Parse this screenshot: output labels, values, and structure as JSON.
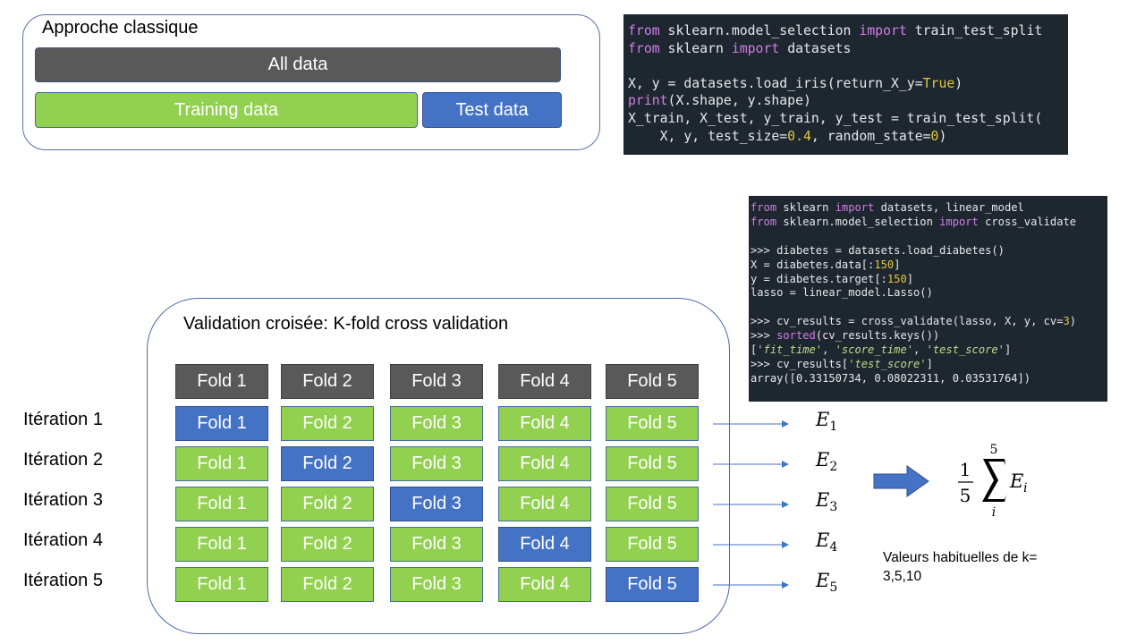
{
  "classic": {
    "title": "Approche classique",
    "all_data": "All data",
    "training_data": "Training data",
    "test_data": "Test data"
  },
  "code1": {
    "lines": [
      [
        {
          "t": "from",
          "c": "kw"
        },
        {
          "t": " sklearn.model_selection "
        },
        {
          "t": "import",
          "c": "kw"
        },
        {
          "t": " train_test_split"
        }
      ],
      [
        {
          "t": "from",
          "c": "kw"
        },
        {
          "t": " sklearn "
        },
        {
          "t": "import",
          "c": "kw"
        },
        {
          "t": " datasets"
        }
      ],
      [],
      [
        {
          "t": "X, y = datasets.load_iris(return_X_y="
        },
        {
          "t": "True",
          "c": "num"
        },
        {
          "t": ")"
        }
      ],
      [
        {
          "t": "print",
          "c": "kw"
        },
        {
          "t": "(X.shape, y.shape)"
        }
      ],
      [
        {
          "t": "X_train, X_test, y_train, y_test = train_test_split("
        }
      ],
      [
        {
          "t": "    X, y, test_size="
        },
        {
          "t": "0.4",
          "c": "num"
        },
        {
          "t": ", random_state="
        },
        {
          "t": "0",
          "c": "num"
        },
        {
          "t": ")"
        }
      ]
    ]
  },
  "code2": {
    "lines": [
      [
        {
          "t": "from",
          "c": "kw"
        },
        {
          "t": " sklearn "
        },
        {
          "t": "import",
          "c": "kw"
        },
        {
          "t": " datasets, linear_model"
        }
      ],
      [
        {
          "t": "from",
          "c": "kw"
        },
        {
          "t": " sklearn.model_selection "
        },
        {
          "t": "import",
          "c": "kw"
        },
        {
          "t": " cross_validate"
        }
      ],
      [],
      [
        {
          "t": ">>> diabetes = datasets.load_diabetes()"
        }
      ],
      [
        {
          "t": "X = diabetes.data[:"
        },
        {
          "t": "150",
          "c": "num"
        },
        {
          "t": "]"
        }
      ],
      [
        {
          "t": "y = diabetes.target[:"
        },
        {
          "t": "150",
          "c": "num"
        },
        {
          "t": "]"
        }
      ],
      [
        {
          "t": "lasso = linear_model.Lasso()"
        }
      ],
      [],
      [
        {
          "t": ">>> cv_results = cross_validate(lasso, X, y, cv="
        },
        {
          "t": "3",
          "c": "num"
        },
        {
          "t": ")"
        }
      ],
      [
        {
          "t": ">>> "
        },
        {
          "t": "sorted",
          "c": "kw"
        },
        {
          "t": "(cv_results.keys())"
        }
      ],
      [
        {
          "t": "["
        },
        {
          "t": "'fit_time'",
          "c": "str"
        },
        {
          "t": ", "
        },
        {
          "t": "'score_time'",
          "c": "str"
        },
        {
          "t": ", "
        },
        {
          "t": "'test_score'",
          "c": "str"
        },
        {
          "t": "]"
        }
      ],
      [
        {
          "t": ">>> cv_results["
        },
        {
          "t": "'test_score'",
          "c": "str"
        },
        {
          "t": "]"
        }
      ],
      [
        {
          "t": "array([0.33150734, 0.08022311, 0.03531764])"
        }
      ]
    ]
  },
  "kfold": {
    "title": "Validation croisée: K-fold cross validation",
    "folds": [
      "Fold 1",
      "Fold 2",
      "Fold 3",
      "Fold 4",
      "Fold 5"
    ],
    "iterations": [
      {
        "label": "Itération 1",
        "test_fold": 1,
        "error": "E",
        "sub": "1"
      },
      {
        "label": "Itération 2",
        "test_fold": 2,
        "error": "E",
        "sub": "2"
      },
      {
        "label": "Itération 3",
        "test_fold": 3,
        "error": "E",
        "sub": "3"
      },
      {
        "label": "Itération 4",
        "test_fold": 4,
        "error": "E",
        "sub": "4"
      },
      {
        "label": "Itération 5",
        "test_fold": 5,
        "error": "E",
        "sub": "5"
      }
    ]
  },
  "formula": {
    "numerator": "1",
    "denominator": "5",
    "upper": "5",
    "lower": "i",
    "term": "E",
    "term_sub": "i"
  },
  "note": {
    "line1": "Valeurs habituelles de k=",
    "line2": "3,5,10"
  },
  "colors": {
    "train": "#92d050",
    "test": "#4472c4",
    "header": "#595959",
    "arrow": "#4472c4"
  }
}
